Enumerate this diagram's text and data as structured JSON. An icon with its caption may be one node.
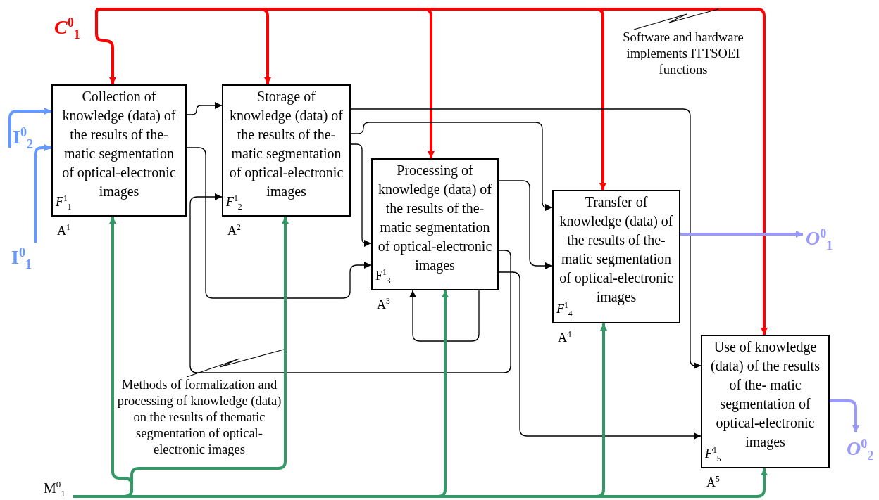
{
  "diagram": {
    "nodes": [
      {
        "text": [
          "*C*$^{0}$$_{1}$"
        ]
      },
      {
        "text": [
          "I$^{0}$$_{2}$"
        ]
      },
      {
        "text": [
          "I$^{0}$$_{1}$"
        ]
      },
      {
        "text": [
          "Collection of knowledge (data) of the results of the- matic segmentation of optical-electronic images",
          "*F*$^{1}$$_{1}$"
        ],
        "beside": [
          "A$^{1}$"
        ]
      },
      {
        "text": [
          "Storage of knowledge (data) of the results of the- matic segmentation of optical-electronic images",
          "*F*$^{1}$$_{2}$"
        ],
        "beside": [
          "A$^{2}$"
        ]
      },
      {
        "text": [
          "Processing of knowledge (data) of the results of the- matic segmentation of optical-electronic images",
          "F$^{1}$$_{3}$"
        ],
        "beside": [
          "A$^{3}$"
        ]
      },
      {
        "text": [
          "Transfer of knowledge (data) of the results of the- matic segmentation of optical-electronic images",
          "*F*$^{1}$$_{4}$"
        ],
        "beside": [
          "A$^{4}$"
        ]
      },
      {
        "text": [
          "Use of knowledge (data) of the results of the- matic segmentation of optical-electronic images",
          "*F*$^{1}$$_{5}$"
        ],
        "beside": [
          "A$^{5}$"
        ]
      },
      {
        "text": [
          "*O*$^{0}$$_{1}$"
        ]
      },
      {
        "text": [
          "*O*$^{0}$$_{2}$"
        ]
      },
      {
        "text": [
          "M$^{0}$$_{1}$"
        ]
      },
      {
        "text": [
          "Software and hardware implements ITTSOEI functions"
        ]
      },
      {
        "text": [
          "Methods of formalization and processing of knowledge (data) on the results of thematic segmentation of optical-electronic images"
        ]
      }
    ],
    "edges": [
      {
        "from": 0,
        "to": 3,
        "arrow": "to",
        "color": "#ff0000"
      },
      {
        "from": 0,
        "to": 4,
        "arrow": "to",
        "color": "#ff0000"
      },
      {
        "from": 0,
        "to": 5,
        "arrow": "to",
        "color": "#ff0000"
      },
      {
        "from": 0,
        "to": 6,
        "arrow": "to",
        "color": "#ff0000"
      },
      {
        "from": 0,
        "to": 7,
        "arrow": "to",
        "color": "#ff0000"
      },
      {
        "from": 1,
        "to": 3,
        "arrow": "to",
        "color": "#6699ff"
      },
      {
        "from": 2,
        "to": 3,
        "arrow": "to",
        "color": "#6699ff"
      },
      {
        "from": 3,
        "to": 4,
        "arrow": "to"
      },
      {
        "from": 3,
        "to": 5,
        "arrow": "to"
      },
      {
        "from": 4,
        "to": 7,
        "arrow": "to"
      },
      {
        "from": 4,
        "to": 6,
        "arrow": "to"
      },
      {
        "from": 4,
        "to": 5,
        "arrow": "to"
      },
      {
        "from": 5,
        "to": 6,
        "arrow": "to"
      },
      {
        "from": 5,
        "to": 4,
        "arrow": "to"
      },
      {
        "from": 5,
        "to": 7,
        "arrow": "to"
      },
      {
        "from": 5,
        "to": 5,
        "arrow": "to"
      },
      {
        "from": 6,
        "to": 8,
        "arrow": "to",
        "color": "#9999ff"
      },
      {
        "from": 7,
        "to": 9,
        "arrow": "to",
        "color": "#9999ff"
      },
      {
        "from": 10,
        "to": 3,
        "arrow": "to",
        "color": "#339966"
      },
      {
        "from": 10,
        "to": 4,
        "arrow": "to",
        "color": "#339966"
      },
      {
        "from": 10,
        "to": 5,
        "arrow": "to",
        "color": "#339966"
      },
      {
        "from": 10,
        "to": 6,
        "arrow": "to",
        "color": "#339966"
      },
      {
        "from": 10,
        "to": 7,
        "arrow": "to",
        "color": "#339966"
      },
      {
        "from": 11,
        "to": null,
        "arrow": "none"
      },
      {
        "from": 12,
        "to": null,
        "arrow": "none"
      }
    ]
  }
}
